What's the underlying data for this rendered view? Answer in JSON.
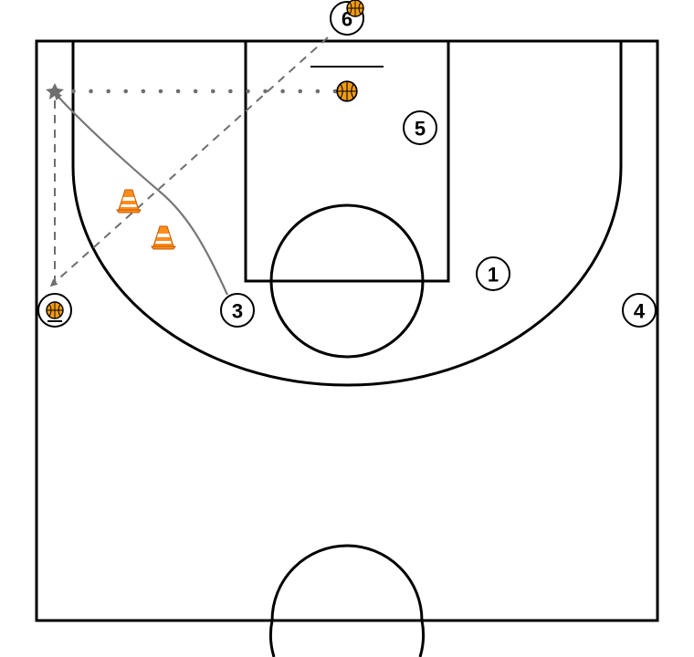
{
  "players": [
    {
      "id": "p6",
      "label": "6"
    },
    {
      "id": "p5",
      "label": "5"
    },
    {
      "id": "p1",
      "label": "1"
    },
    {
      "id": "p3",
      "label": "3"
    },
    {
      "id": "p4",
      "label": "4"
    },
    {
      "id": "p-corner",
      "label": ""
    }
  ],
  "colors": {
    "court_lines": "#000000",
    "ball": "#f39c12",
    "cone": "#ff8c1a",
    "movement_lines": "#6e6e6e",
    "background": "#ffffff"
  },
  "icons": {
    "ball": "basketball-icon",
    "cone": "training-cone-icon"
  }
}
